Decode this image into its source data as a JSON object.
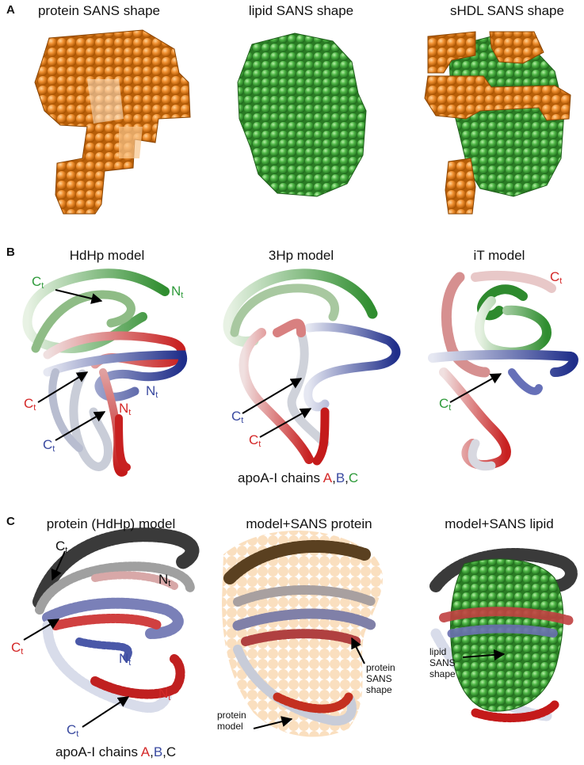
{
  "panels": {
    "a": {
      "letter": "A",
      "titles": [
        "protein SANS shape",
        "lipid SANS shape",
        "sHDL SANS shape"
      ]
    },
    "b": {
      "letter": "B",
      "titles": [
        "HdHp model",
        "3Hp model",
        "iT model"
      ],
      "legend": {
        "prefix": "apoA-I chains ",
        "a": "A",
        "sep1": ",",
        "b": "B",
        "sep2": ",",
        "c": "C"
      }
    },
    "c": {
      "letter": "C",
      "titles": [
        "protein (HdHp) model",
        "model+SANS protein",
        "model+SANS lipid"
      ],
      "legend": {
        "prefix": "apoA-I chains ",
        "a": "A",
        "sep1": ",",
        "b": "B",
        "sep2": ",",
        "c": "C"
      },
      "callouts": {
        "protein_sans": [
          "protein",
          "SANS",
          "shape"
        ],
        "protein_model": [
          "protein",
          "model"
        ],
        "lipid_sans": [
          "lipid",
          "SANS",
          "shape"
        ]
      }
    }
  },
  "terminus": {
    "c": "C",
    "n": "N",
    "sub": "t"
  },
  "colors": {
    "orange": "#e8821e",
    "green": "#4fb848",
    "chain_a": "#d42828",
    "chain_b": "#3a4aa0",
    "chain_c": "#2e9a3a",
    "chain_gray": "#555555"
  }
}
